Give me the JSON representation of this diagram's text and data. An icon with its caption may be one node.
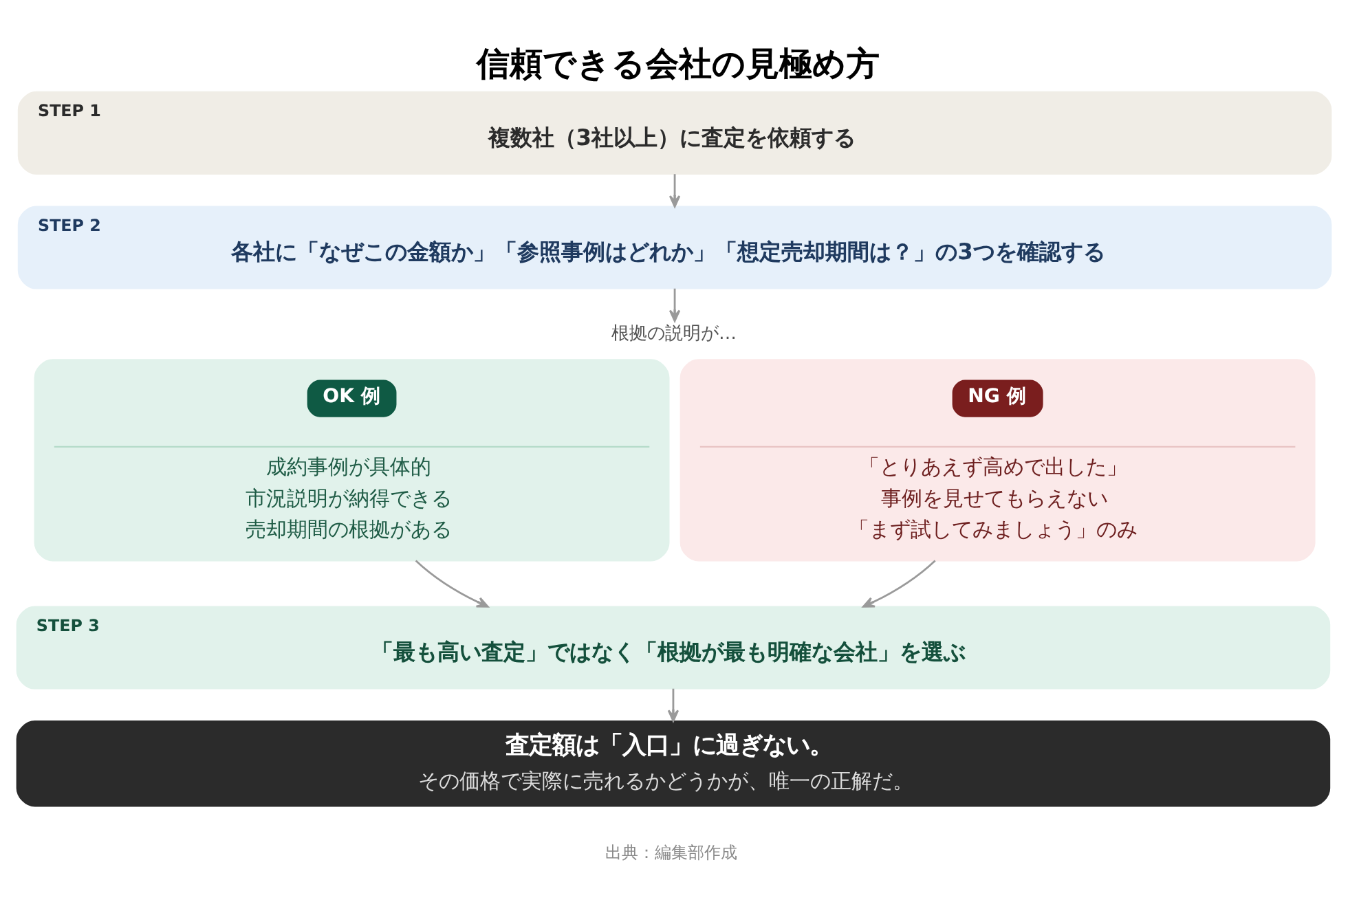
{
  "diagram": {
    "title": "信頼できる会社の見極め方",
    "caption": "出典：編集部作成",
    "nodes": [
      {
        "text": [
          "STEP 1",
          "複数社（3社以上）に査定を依頼する"
        ]
      },
      {
        "text": [
          "STEP 2",
          "各社に「なぜこの金額か」「参照事例はどれか」「想定売却期間は？」の3つを確認する"
        ]
      },
      {
        "text": [
          "根拠の説明が…"
        ]
      },
      {
        "text": [
          "成約事例が具体的",
          "市況説明が納得できる",
          "売却期間の根拠がある"
        ]
      },
      {
        "text": [
          "OK 例"
        ],
        "in": 3
      },
      {
        "text": [
          "「とりあえず高めで出した」",
          "事例を見せてもらえない",
          "「まず試してみましょう」のみ"
        ]
      },
      {
        "text": [
          "NG 例"
        ],
        "in": 5
      },
      {
        "text": [
          "STEP 3",
          "「最も高い査定」ではなく「根拠が最も明確な会社」を選ぶ"
        ]
      },
      {
        "text": [
          "査定額は「入口」に過ぎない。",
          "その価格で実際に売れるかどうかが、唯一の正解だ。"
        ]
      }
    ],
    "edges": [
      {
        "from": 0,
        "to": 1,
        "arrow": "to"
      },
      {
        "from": 1,
        "to": 2,
        "arrow": "to"
      },
      {
        "from": 3,
        "to": 7,
        "arrow": "to"
      },
      {
        "from": 5,
        "to": 7,
        "arrow": "to"
      },
      {
        "from": 7,
        "to": 8,
        "arrow": "to"
      }
    ]
  }
}
